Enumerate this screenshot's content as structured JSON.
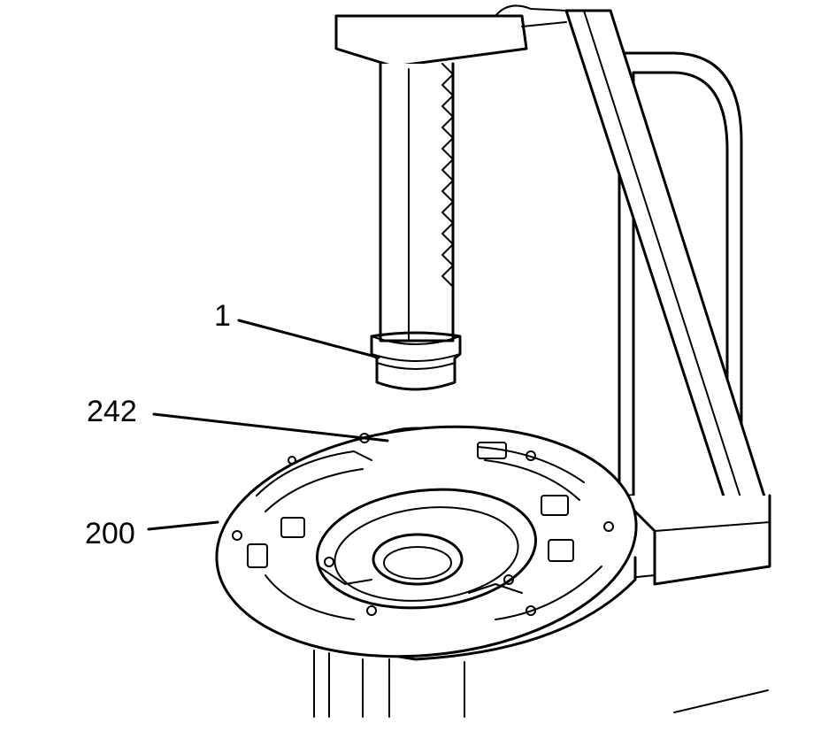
{
  "callouts": [
    {
      "id": "tool",
      "text": "1"
    },
    {
      "id": "seal",
      "text": "242"
    },
    {
      "id": "body",
      "text": "200"
    }
  ],
  "colors": {
    "ink": "#000000",
    "paper": "#ffffff",
    "hatch": "#9a9a9a"
  }
}
